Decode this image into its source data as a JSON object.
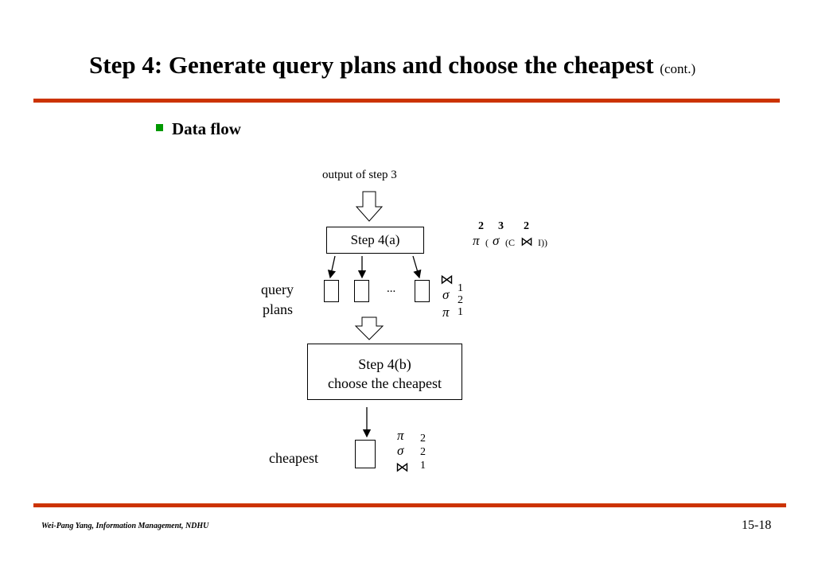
{
  "slide": {
    "title": "Step 4: Generate query plans and choose the cheapest",
    "title_suffix": "(cont.)",
    "bullet": "Data flow",
    "footer_left": "Wei-Pang Yang, Information Management, NDHU",
    "page_number": "15-18"
  },
  "diagram": {
    "input_label": "output of step 3",
    "step_a": "Step 4(a)",
    "query_plans_label_1": "query",
    "query_plans_label_2": "plans",
    "ellipsis": "...",
    "step_b_line1": "Step 4(b)",
    "step_b_line2": "choose the cheapest",
    "cheapest_label": "cheapest",
    "expression": {
      "pi": "π",
      "paren_open": "(",
      "sigma": "σ",
      "c_part": "(C",
      "join": "⋈",
      "i_part": "I))",
      "subscript_pi": "2",
      "subscript_sigma": "3",
      "subscript_join": "2"
    },
    "plan_ops": {
      "join": "⋈",
      "join_num": "1",
      "sigma": "σ",
      "sigma_num": "2",
      "pi": "π",
      "pi_num": "1"
    },
    "cheapest_ops": {
      "pi": "π",
      "pi_num": "2",
      "sigma": "σ",
      "sigma_num": "2",
      "join": "⋈",
      "join_num": "1"
    }
  },
  "colors": {
    "rule": "#cc3300",
    "bullet": "#009900"
  }
}
